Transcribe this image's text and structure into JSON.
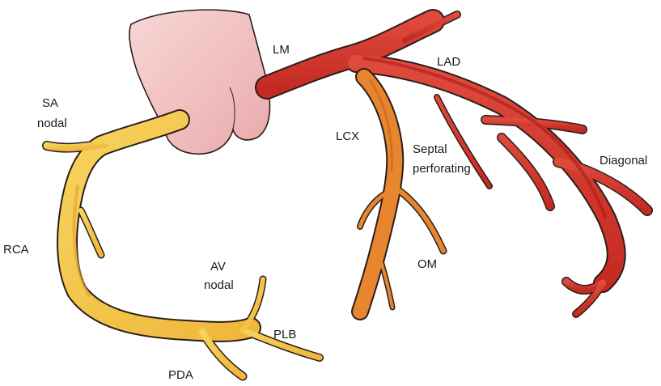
{
  "labels": {
    "lm": "LM",
    "lad": "LAD",
    "sa_line1": "SA",
    "sa_line2": "nodal",
    "lcx": "LCX",
    "septal_line1": "Septal",
    "septal_line2": "perforating",
    "diagonal": "Diagonal",
    "rca": "RCA",
    "av_line1": "AV",
    "av_line2": "nodal",
    "om": "OM",
    "plb": "PLB",
    "pda": "PDA"
  },
  "colors": {
    "aorta": "#f2c4c4",
    "left_coronary": "#d63a2f",
    "left_coronary_dark": "#b5221c",
    "circumflex": "#e8862f",
    "right_coronary": "#f3c448",
    "outline": "#2b1d1a"
  }
}
